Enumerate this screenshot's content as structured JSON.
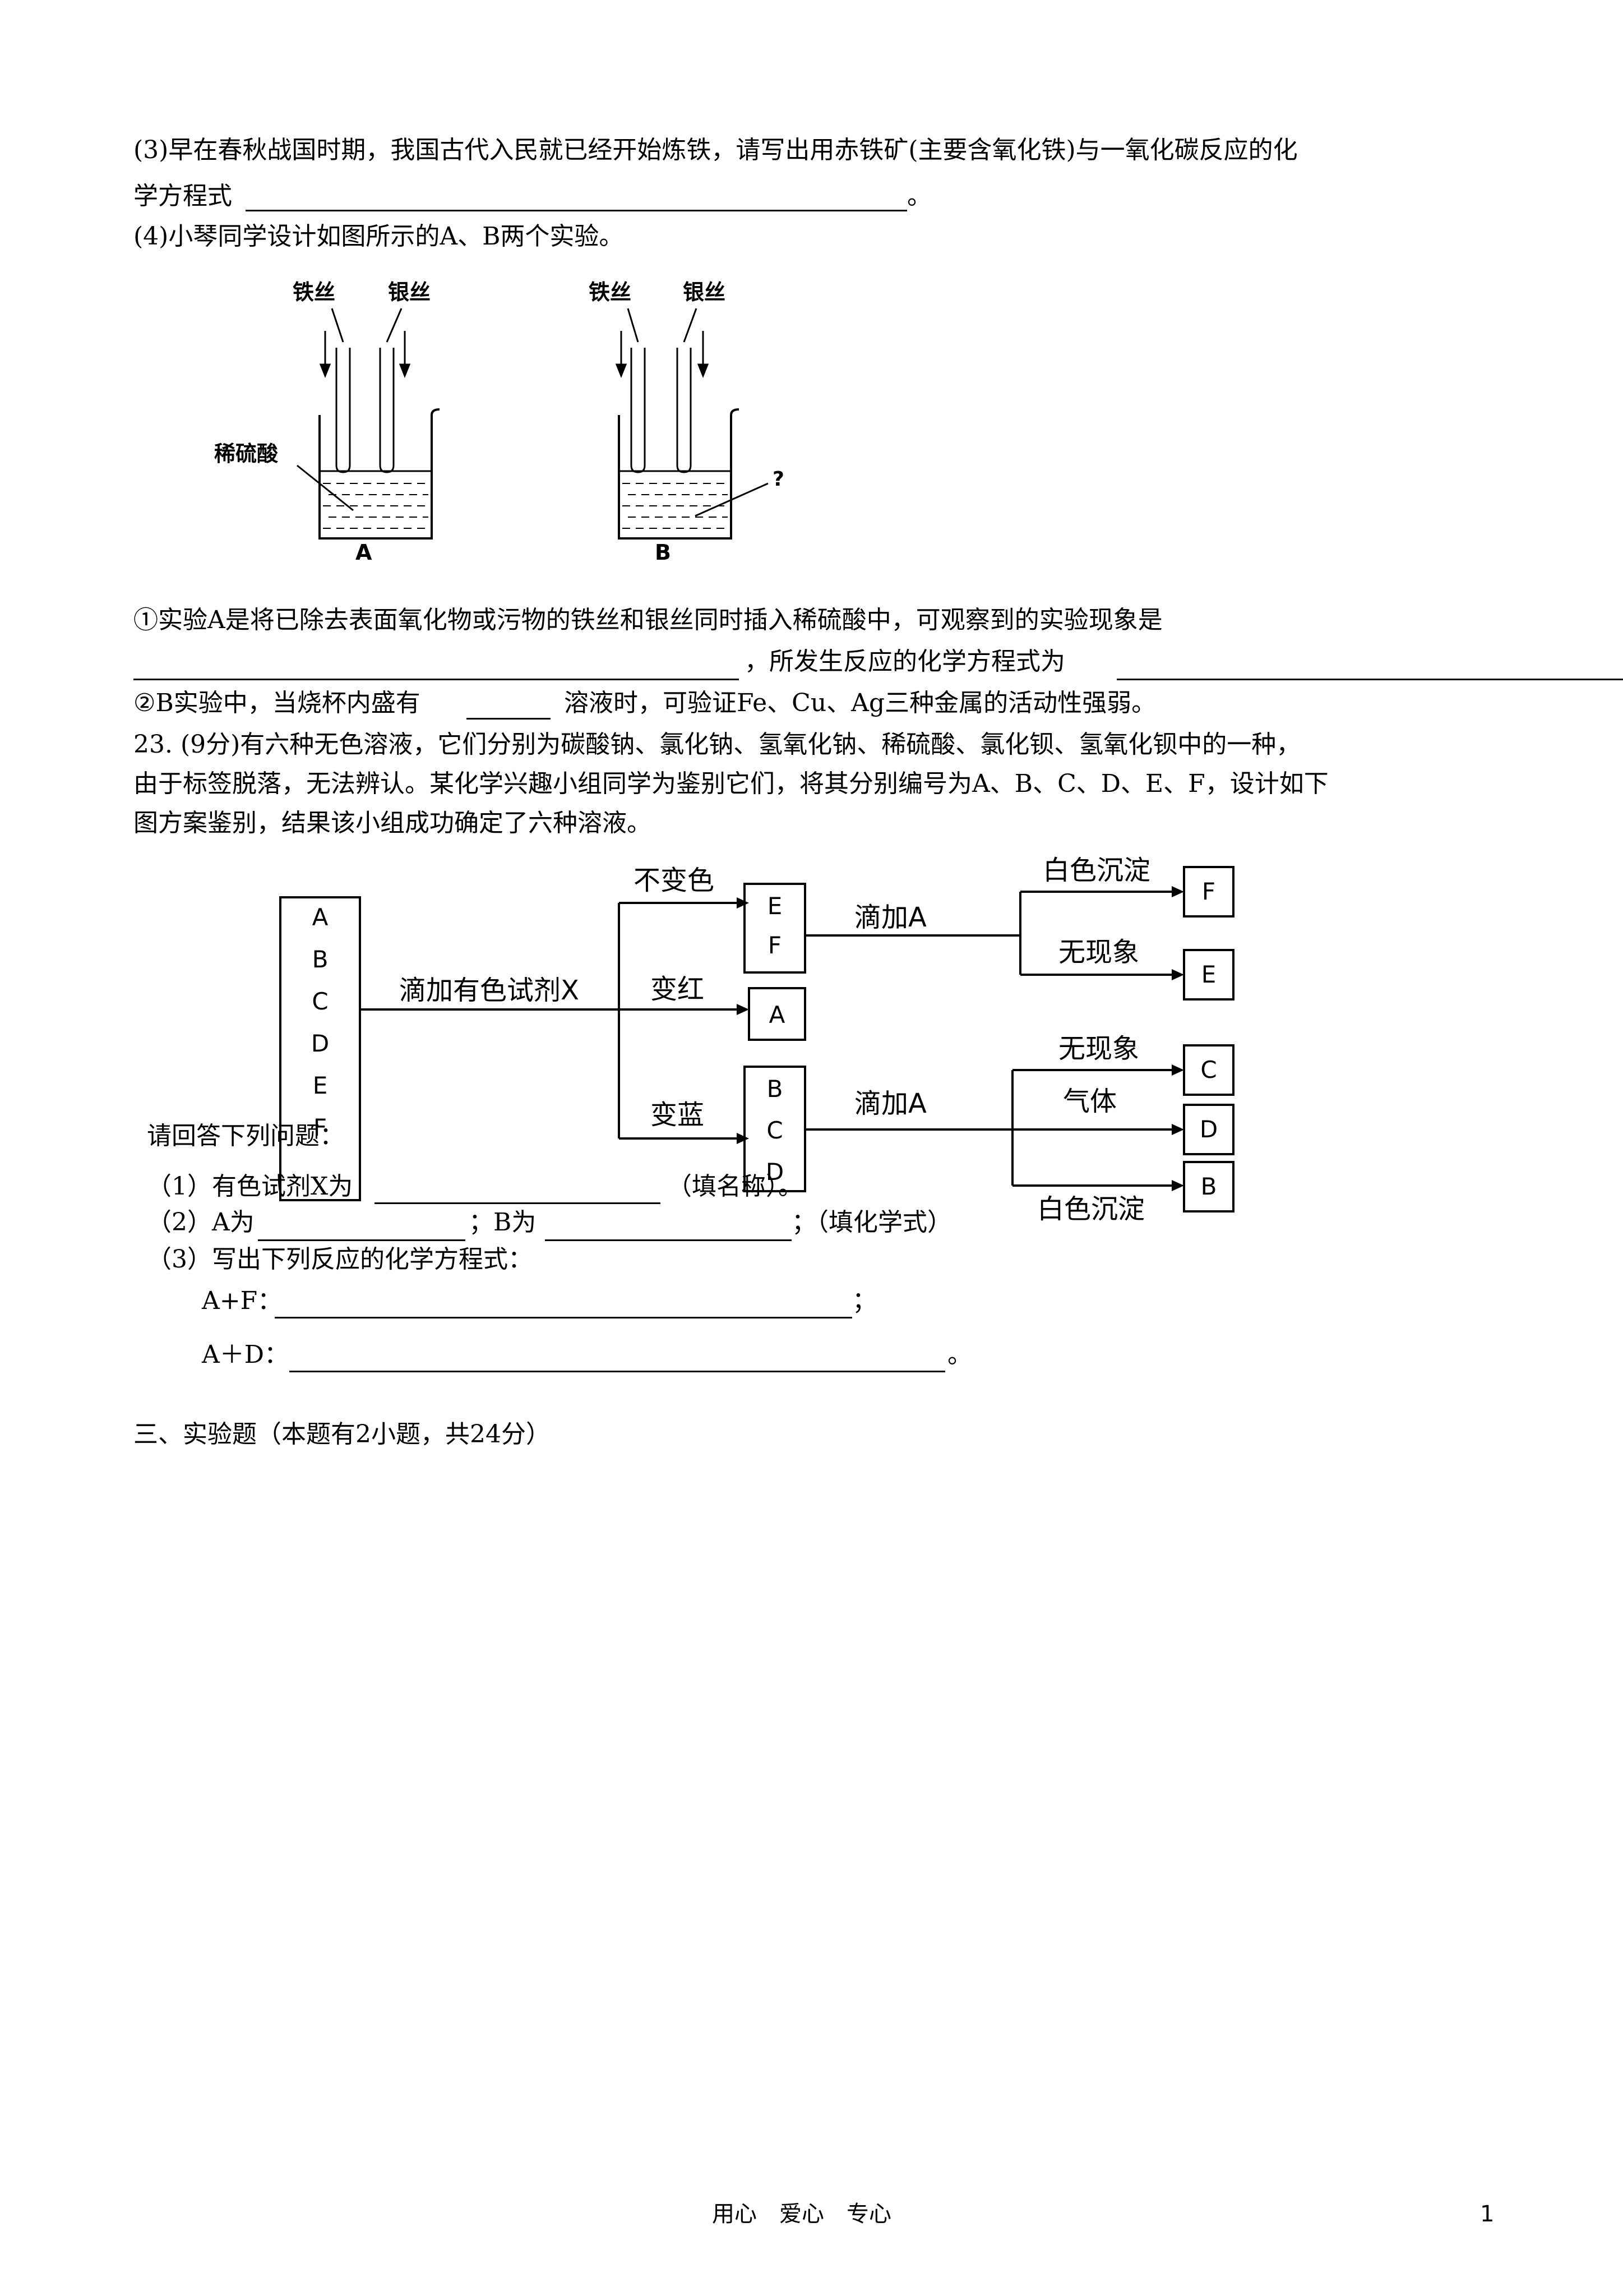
{
  "q22": {
    "p3_line1": "(3)早在春秋战国时期，我国古代入民就已经开始炼铁，请写出用赤铁矿(主要含氧化铁)与一氧化碳反应的化",
    "p3_line2_prefix": "学方程式",
    "p3_line2_end": "。",
    "p4": "(4)小琴同学设计如图所示的A、B两个实验。",
    "fig": {
      "iron_wire": "铁丝",
      "silver_wire": "银丝",
      "dilute_h2so4": "稀硫酸",
      "label_a": "A",
      "label_b": "B",
      "question_mark": "?"
    },
    "sub1_line1": "①实验A是将已除去表面氧化物或污物的铁丝和银丝同时插入稀硫酸中，可观察到的实验现象是",
    "sub1_line2_mid": "，所发生反应的化学方程式为",
    "sub2_a": "②B实验中，当烧杯内盛有",
    "sub2_b": "溶液时，可验证Fe、Cu、Ag三种金属的活动性强弱。"
  },
  "q23": {
    "line1": "23. (9分)有六种无色溶液，它们分别为碳酸钠、氯化钠、氢氧化钠、稀硫酸、氯化钡、氢氧化钡中的一种，",
    "line2": "由于标签脱落，无法辨认。某化学兴趣小组同学为鉴别它们，将其分别编号为A、B、C、D、E、F，设计如下",
    "line3": "图方案鉴别，结果该小组成功确定了六种溶液。",
    "flow": {
      "start_box": [
        "A",
        "B",
        "C",
        "D",
        "E",
        "F"
      ],
      "add_x": "滴加有色试剂X",
      "no_color_change": "不变色",
      "turn_red": "变红",
      "turn_blue": "变蓝",
      "ef_box": [
        "E",
        "F"
      ],
      "a_box": "A",
      "bcd_box": [
        "B",
        "C",
        "D"
      ],
      "add_a_top": "滴加A",
      "add_a_bottom": "滴加A",
      "white_ppt_top": "白色沉淀",
      "no_phenomenon_top": "无现象",
      "no_phenomenon_bottom": "无现象",
      "gas": "气体",
      "white_ppt_bottom": "白色沉淀",
      "result_f": "F",
      "result_e": "E",
      "result_c": "C",
      "result_d": "D",
      "result_b": "B"
    },
    "prompt": "请回答下列问题：",
    "q1_prefix": "（1）有色试剂X为",
    "q1_suffix": "（填名称）。",
    "q2_prefix": "（2）A为",
    "q2_mid": "；B为",
    "q2_suffix": "；（填化学式）",
    "q3": "（3）写出下列反应的化学方程式：",
    "af_label": "A+F：",
    "af_end": "；",
    "ad_label": "A＋D：",
    "ad_end": "。"
  },
  "section3": "三、实验题（本题有2小题，共24分）",
  "footer": {
    "motto": "用心　爱心　专心",
    "page_number": "1"
  }
}
